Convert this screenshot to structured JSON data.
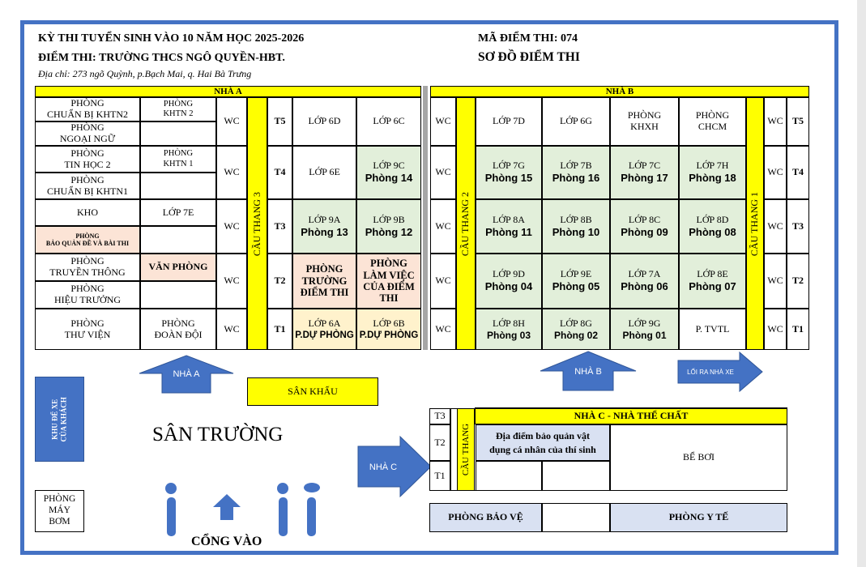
{
  "header": {
    "line1": "KỲ THI TUYỂN SINH VÀO 10 NĂM HỌC 2025-2026",
    "line2": "ĐIỂM THI: TRƯỜNG THCS NGÔ QUYỀN-HBT.",
    "address": "Địa chỉ: 273 ngõ Quỳnh, p.Bạch Mai, q. Hai Bà Trưng",
    "code": "MÃ ĐIỂM THI: 074",
    "title": "SƠ ĐỒ ĐIỂM THI"
  },
  "nha_a": {
    "title": "NHÀ A",
    "stair": "CẦU THANG 3",
    "wc": "WC",
    "left_col": [
      "PHÒNG\nCHUẨN BỊ KHTN2",
      "PHÒNG\nNGOẠI NGỮ",
      "PHÒNG\nTIN HỌC 2",
      "PHÒNG\nCHUẨN BỊ KHTN1",
      "KHO",
      "PHÒNG\nBẢO QUẢN ĐỀ VÀ BÀI THI",
      "PHÒNG\nTRUYỀN THÔNG",
      "PHÒNG\nHIỆU TRƯỞNG",
      "PHÒNG\nTHƯ VIỆN"
    ],
    "mid_col": [
      "PHÒNG\nKHTN 2",
      "PHÒNG\nKHTN 1",
      "LỚP 7E",
      "VĂN PHÒNG",
      "PHÒNG\nĐOÀN ĐỘI"
    ],
    "floors": [
      "T5",
      "T4",
      "T3",
      "T2",
      "T1"
    ],
    "rooms": {
      "t5": [
        "LỚP 6D",
        "LỚP 6C"
      ],
      "t4a": "LỚP 6E",
      "t4b": {
        "l": "LỚP 9C",
        "r": "Phòng 14"
      },
      "t3a": {
        "l": "LỚP 9A",
        "r": "Phòng 13"
      },
      "t3b": {
        "l": "LỚP 9B",
        "r": "Phòng 12"
      },
      "t2a": "PHÒNG\nTRƯỜNG\nĐIỂM THI",
      "t2b": "PHÒNG\nLÀM VIỆC\nCỦA ĐIỂM\nTHI",
      "t1a": {
        "l": "LỚP 6A",
        "r": "P.DỰ PHÒNG"
      },
      "t1b": {
        "l": "LỚP 6B",
        "r": "P.DỰ PHÒNG"
      }
    }
  },
  "nha_b": {
    "title": "NHÀ B",
    "stair2": "CẦU THANG 2",
    "stair1": "CẦU THANG 1",
    "wc": "WC",
    "floors": [
      "T5",
      "T4",
      "T3",
      "T2",
      "T1"
    ],
    "t5": [
      "LỚP 7D",
      "LỚP 6G",
      "PHÒNG\nKHXH",
      "PHÒNG\nCHCM"
    ],
    "t4": [
      {
        "l": "LỚP 7G",
        "r": "Phòng 15"
      },
      {
        "l": "LỚP 7B",
        "r": "Phòng 16"
      },
      {
        "l": "LỚP 7C",
        "r": "Phòng 17"
      },
      {
        "l": "LỚP 7H",
        "r": "Phòng 18"
      }
    ],
    "t3": [
      {
        "l": "LỚP 8A",
        "r": "Phòng 11"
      },
      {
        "l": "LỚP 8B",
        "r": "Phòng 10"
      },
      {
        "l": "LỚP 8C",
        "r": "Phòng 09"
      },
      {
        "l": "LỚP 8D",
        "r": "Phòng 08"
      }
    ],
    "t2": [
      {
        "l": "LỚP 9D",
        "r": "Phòng 04"
      },
      {
        "l": "LỚP 9E",
        "r": "Phòng 05"
      },
      {
        "l": "LỚP 7A",
        "r": "Phòng 06"
      },
      {
        "l": "LỚP 8E",
        "r": "Phòng 07"
      }
    ],
    "t1": [
      {
        "l": "LỚP 8H",
        "r": "Phòng 03"
      },
      {
        "l": "LỚP 8G",
        "r": "Phòng 02"
      },
      {
        "l": "LỚP 9G",
        "r": "Phòng 01"
      }
    ],
    "t1_last": "P. TVTL"
  },
  "arrows": {
    "nha_a": "NHÀ A",
    "nha_b": "NHÀ B",
    "loi_ra": "LỐI RA NHÀ XE",
    "nha_c": "NHÀ C"
  },
  "yard": {
    "san_khau": "SÂN KHẤU",
    "khu_xe": "KHU ĐỂ XE CỦA KHÁCH",
    "san_truong": "SÂN TRƯỜNG",
    "phong_may_bom": "PHÒNG\nMÁY\nBƠM",
    "cong_vao": "CỔNG VÀO"
  },
  "nha_c": {
    "title": "NHÀ C - NHÀ THỂ CHẤT",
    "stair": "CẦU THANG",
    "floors": [
      "T3",
      "T2",
      "T1"
    ],
    "storage": "Địa điểm bảo quản vật\ndụng cá nhân của thí sinh",
    "pool": "BỂ BƠI"
  },
  "bottom": {
    "bao_ve": "PHÒNG BẢO VỆ",
    "y_te": "PHÒNG Y TẾ"
  },
  "colors": {
    "frame": "#4472C4",
    "yellow": "#FFFF00",
    "green": "#E2EFDA",
    "peach": "#FCE4D6",
    "cream": "#FFF2CC",
    "lavender": "#D9E1F2"
  }
}
